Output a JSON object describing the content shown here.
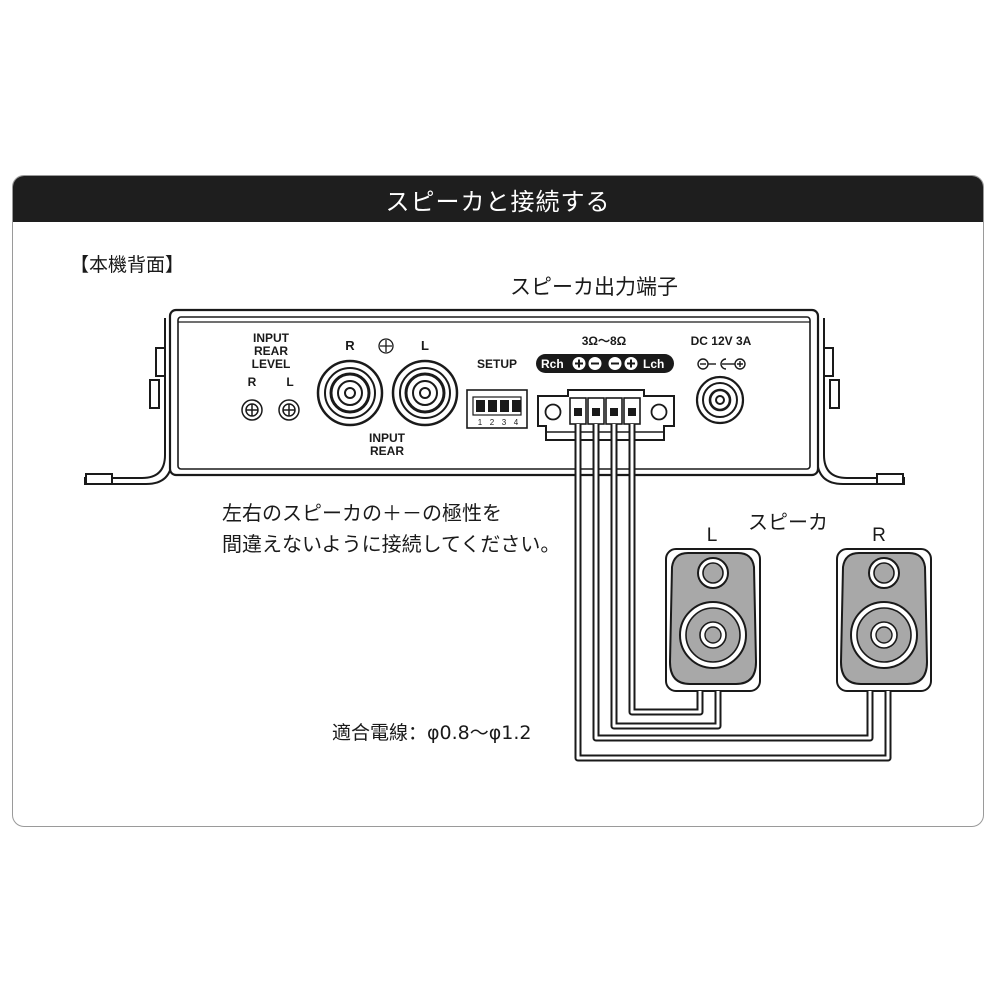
{
  "header": {
    "title": "スピーカと接続する"
  },
  "unit_label": "【本機背面】",
  "output_terminal_title": "スピーカ出力端子",
  "rear_panel": {
    "input_level": {
      "line1": "INPUT",
      "line2": "REAR",
      "line3": "LEVEL",
      "r": "R",
      "l": "L"
    },
    "rca": {
      "r": "R",
      "l": "L",
      "caption1": "INPUT",
      "caption2": "REAR"
    },
    "setup": {
      "label": "SETUP",
      "n1": "1",
      "n2": "2",
      "n3": "3",
      "n4": "4"
    },
    "speaker_out": {
      "impedance": "3Ω〜8Ω",
      "rch": "Rch",
      "lch": "Lch"
    },
    "dc": {
      "label": "DC 12V 3A"
    }
  },
  "note": {
    "line1": "左右のスピーカの＋－の極性を",
    "line2": "間違えないように接続してください。"
  },
  "speakers": {
    "title": "スピーカ",
    "left": "L",
    "right": "R"
  },
  "wire_spec": "適合電線：φ0.8〜φ1.2"
}
